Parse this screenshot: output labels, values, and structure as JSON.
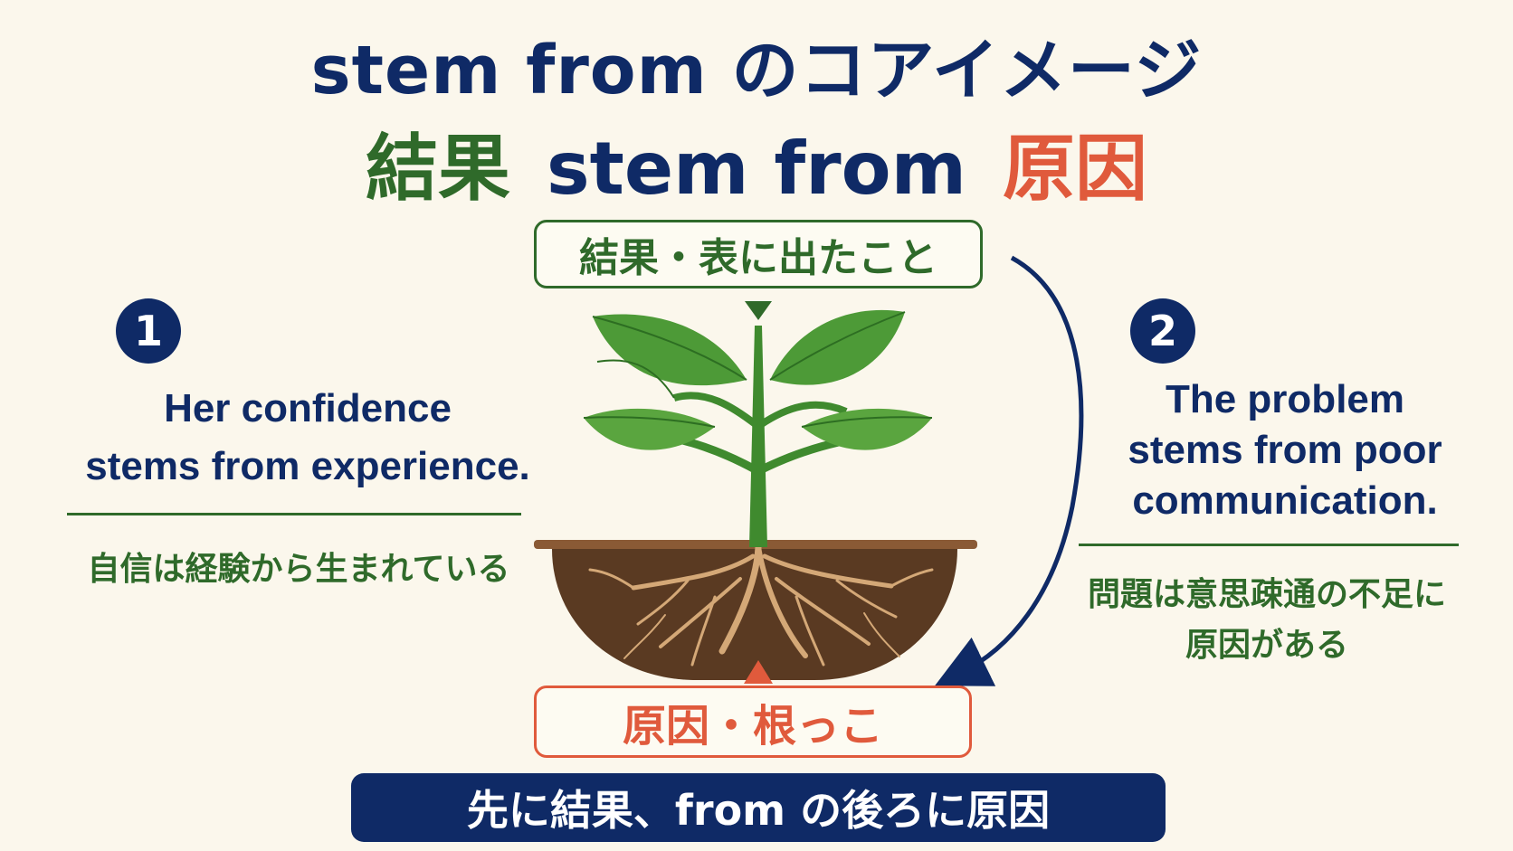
{
  "title": {
    "line1": "stem from のコアイメージ",
    "result": "結果",
    "stem": "stem from",
    "cause": "原因"
  },
  "top_box": "結果・表に出たこと",
  "bottom_box": "原因・根っこ",
  "banner": "先に結果、from の後ろに原因",
  "example1": {
    "number": "1",
    "line1": "Her confidence",
    "line2": "stems from experience.",
    "translation": "自信は経験から生まれている"
  },
  "example2": {
    "number": "2",
    "line1": "The problem",
    "line2": "stems from poor",
    "line3": "communication.",
    "translation_line1": "問題は意思疎通の不足に",
    "translation_line2": "原因がある"
  },
  "colors": {
    "navy": "#0f2a66",
    "green": "#2f6a2a",
    "orange": "#e05a3c",
    "soil": "#5a3a22",
    "root": "#d4a877",
    "leaf": "#3f8a2e",
    "background": "#fbf7ec"
  },
  "icons": [
    "plant-illustration",
    "arrow-curve-icon"
  ]
}
